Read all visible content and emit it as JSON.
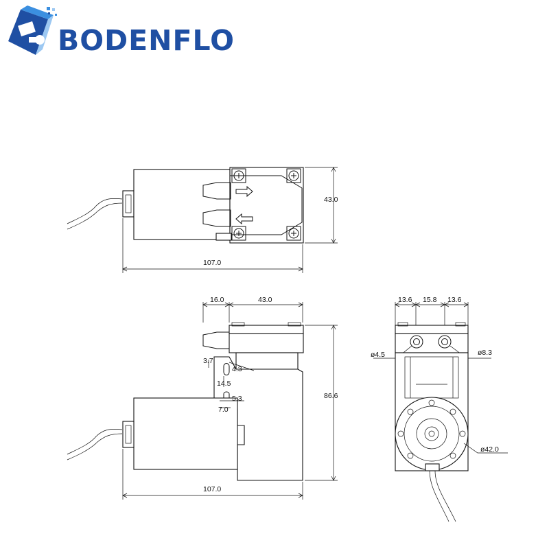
{
  "brand": {
    "name": "BODENFLO",
    "colors": {
      "primary": "#1f4fa3",
      "accent": "#3b8fe0",
      "light": "#9cc8f2"
    }
  },
  "top_view": {
    "width_label": "107.0",
    "height_label": "43.0"
  },
  "side_view": {
    "top_left_label": "16.0",
    "top_right_label": "43.0",
    "height_label": "86.6",
    "width_label": "107.0",
    "small_dims": [
      "3.7",
      "4.3",
      "14.5",
      "5.3",
      "7.0"
    ]
  },
  "end_view": {
    "spacing_labels": [
      "13.6",
      "15.8",
      "13.6"
    ],
    "port_left": "ø4.5",
    "port_right": "ø8.3",
    "motor_diameter": "ø42.0"
  }
}
